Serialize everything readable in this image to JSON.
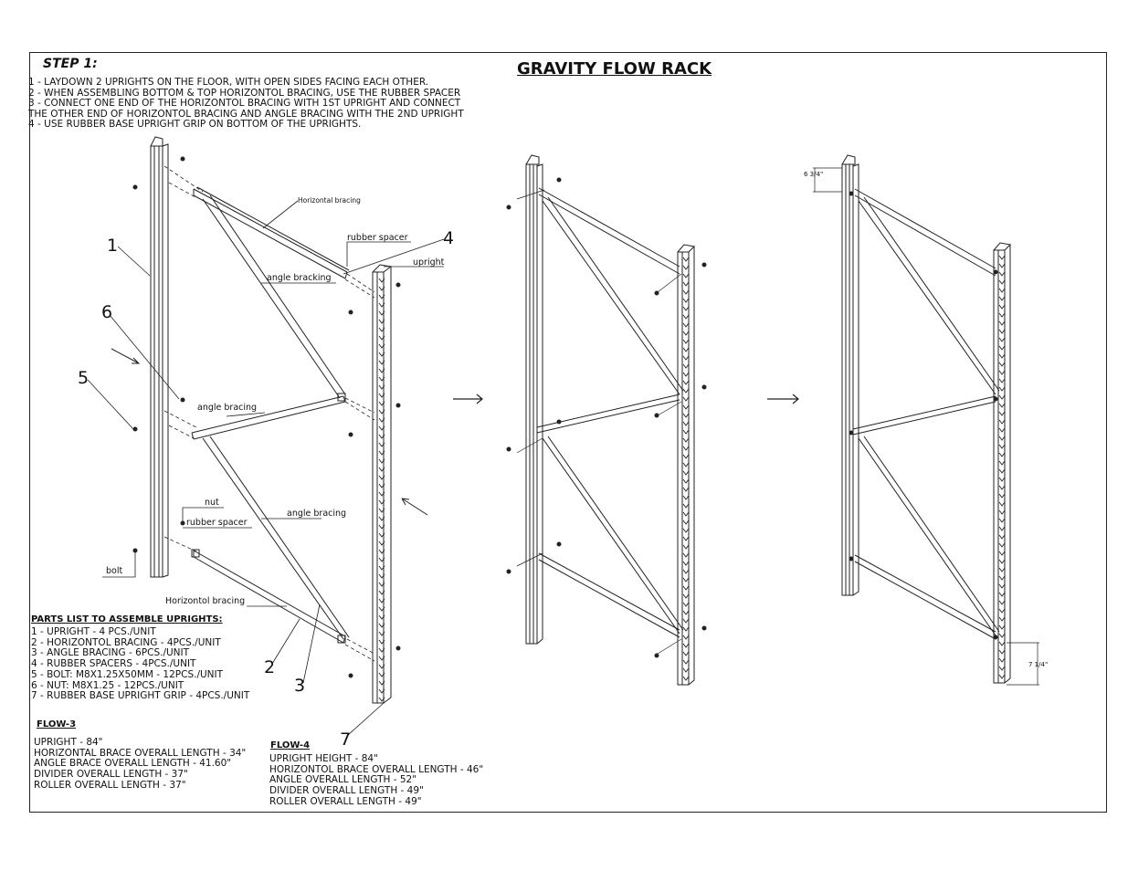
{
  "step": {
    "title": "STEP 1:"
  },
  "title": "GRAVITY FLOW RACK",
  "instructions": [
    "1 - LAYDOWN 2 UPRIGHTS ON THE FLOOR, WITH OPEN SIDES FACING EACH OTHER.",
    "2 - WHEN ASSEMBLING BOTTOM & TOP HORIZONTOL BRACING, USE THE RUBBER SPACER",
    "3 - CONNECT ONE END OF THE HORIZONTOL BRACING WITH 1ST UPRIGHT AND CONNECT",
    "THE OTHER END OF HORIZONTOL BRACING AND ANGLE BRACING WITH THE 2ND UPRIGHT",
    "4 - USE RUBBER BASE UPRIGHT GRIP ON BOTTOM OF THE UPRIGHTS."
  ],
  "labels": {
    "horizontal_bracing_top": "Horizontal bracing",
    "rubber_spacer_top": "rubber spacer",
    "upright": "upright",
    "angle_bracking": "angle bracking",
    "angle_bracing_mid": "angle bracing",
    "nut": "nut",
    "rubber_spacer_bottom": "rubber spacer",
    "angle_bracing_low": "angle bracing",
    "bolt": "bolt",
    "horizontol_bracing_bottom": "Horizontol bracing"
  },
  "callouts": [
    "1",
    "2",
    "3",
    "4",
    "5",
    "6",
    "7"
  ],
  "dimensions": {
    "top_offset": "6 3/4\"",
    "bottom_offset": "7 1/4\""
  },
  "parts_list": {
    "heading": "PARTS LIST TO ASSEMBLE UPRIGHTS:",
    "items": [
      "1 - UPRIGHT - 4 PCS./UNIT",
      "2 - HORIZONTOL BRACING - 4PCS./UNIT",
      "3 - ANGLE BRACING - 6PCS./UNIT",
      "4 - RUBBER SPACERS - 4PCS./UNIT",
      "5 - BOLT: M8X1.25X50MM - 12PCS./UNIT",
      "6 - NUT: M8X1.25 - 12PCS./UNIT",
      "7 - RUBBER BASE UPRIGHT GRIP - 4PCS./UNIT"
    ]
  },
  "flow3": {
    "heading": "FLOW-3",
    "items": [
      "UPRIGHT - 84\"",
      "HORIZONTAL BRACE OVERALL LENGTH - 34\"",
      "ANGLE BRACE OVERALL LENGTH - 41.60\"",
      "DIVIDER OVERALL LENGTH - 37\"",
      "ROLLER OVERALL LENGTH - 37\""
    ]
  },
  "flow4": {
    "heading": "FLOW-4",
    "items": [
      "UPRIGHT HEIGHT - 84\"",
      "HORIZONTOL BRACE OVERALL LENGTH - 46\"",
      "ANGLE OVERALL LENGTH - 52\"",
      "DIVIDER OVERALL LENGTH - 49\"",
      "ROLLER OVERALL LENGTH - 49\""
    ]
  }
}
